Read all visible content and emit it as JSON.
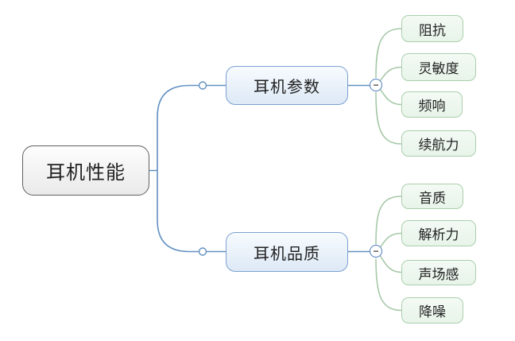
{
  "mindmap": {
    "root": {
      "label": "耳机性能"
    },
    "branches": [
      {
        "label": "耳机参数",
        "collapse_glyph": "−",
        "children": [
          {
            "label": "阻抗"
          },
          {
            "label": "灵敏度"
          },
          {
            "label": "频响"
          },
          {
            "label": "续航力"
          }
        ]
      },
      {
        "label": "耳机品质",
        "collapse_glyph": "−",
        "children": [
          {
            "label": "音质"
          },
          {
            "label": "解析力"
          },
          {
            "label": "声场感"
          },
          {
            "label": "降噪"
          }
        ]
      }
    ],
    "colors": {
      "background": "#ffffff",
      "root_border": "#606060",
      "root_fill": "#f2f2f2",
      "branch_border": "#7ba1d0",
      "branch_fill": "#e7f0fa",
      "branch_connector": "#6290c2",
      "leaf_border": "#aacfac",
      "leaf_fill": "#edf7ee",
      "leaf_connector": "#a6c9a8",
      "collapse_border": "#4f7cba"
    }
  }
}
